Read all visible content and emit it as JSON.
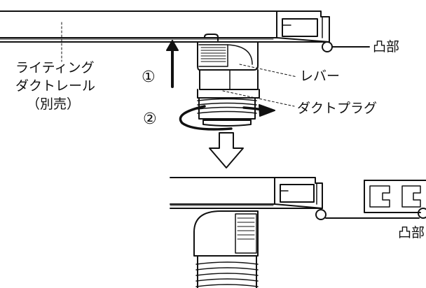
{
  "labels": {
    "rail_name_line1": "ライティング",
    "rail_name_line2": "ダクトレール",
    "rail_name_line3": "（別売）",
    "lever": "レバー",
    "duct_plug": "ダクトプラグ",
    "protrusion_top": "凸部",
    "protrusion_bottom": "凸部"
  },
  "steps": {
    "step1": "①",
    "step2": "②"
  },
  "icons": [
    "up-arrow-icon",
    "rotate-arrow-icon",
    "down-arrow-icon"
  ]
}
